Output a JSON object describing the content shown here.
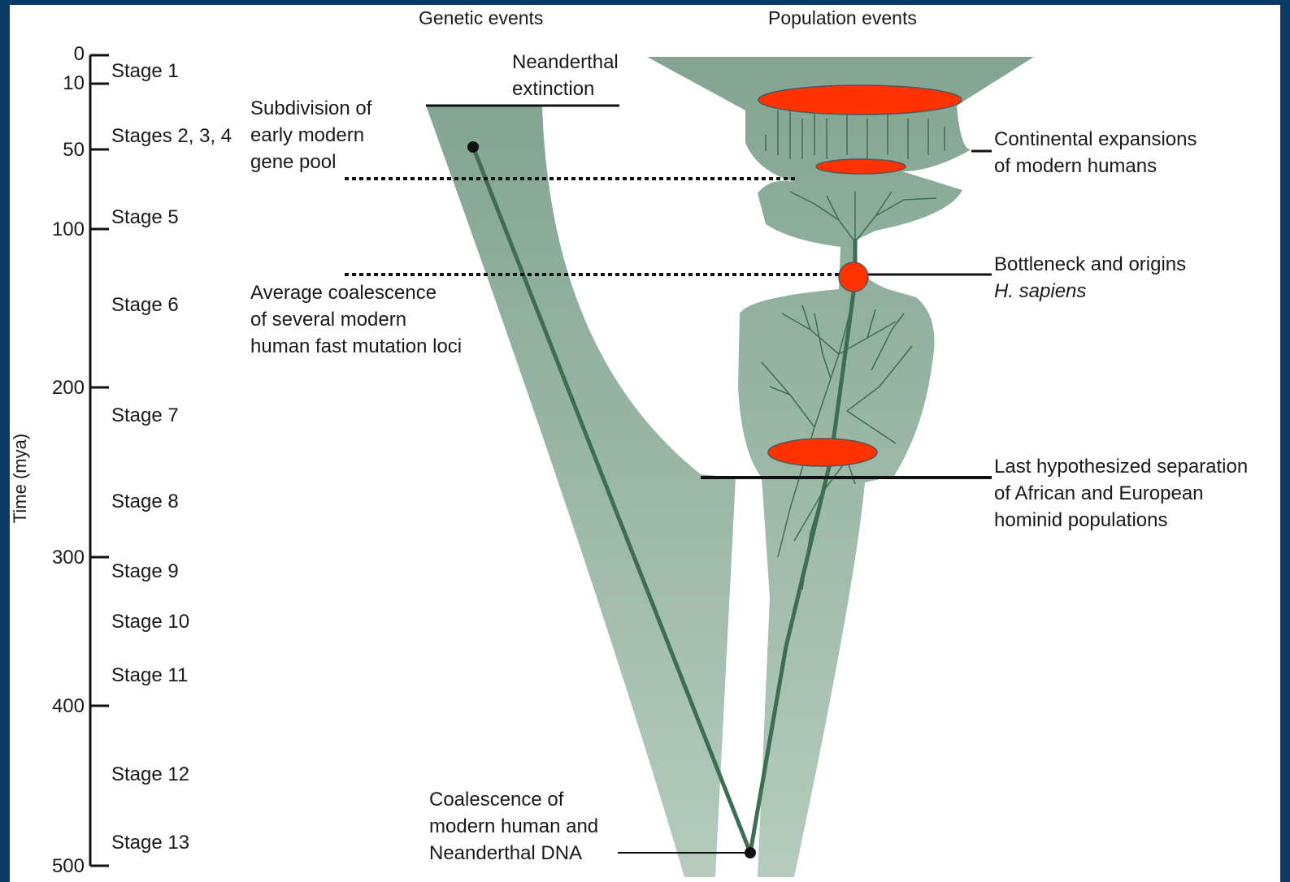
{
  "headers": {
    "genetic": "Genetic events",
    "population": "Population events"
  },
  "axis": {
    "title": "Time (mya)",
    "ticks": [
      "0",
      "10",
      "50",
      "100",
      "200",
      "300",
      "400",
      "500"
    ]
  },
  "stages": [
    "Stage 1",
    "Stages 2, 3, 4",
    "Stage 5",
    "Stage 6",
    "Stage 7",
    "Stage 8",
    "Stage 9",
    "Stage 10",
    "Stage 11",
    "Stage 12",
    "Stage 13"
  ],
  "genetic_labels": {
    "extinction": [
      "Neanderthal",
      "extinction"
    ],
    "subdivision": [
      "Subdivision of",
      "early modern",
      "gene pool"
    ],
    "coalescence_avg": [
      "Average coalescence",
      "of several modern",
      "human fast mutation loci"
    ],
    "coalescence_dna": [
      "Coalescence of",
      "modern human and",
      "Neanderthal DNA"
    ]
  },
  "population_labels": {
    "continental": [
      "Continental expansions",
      "of modern humans"
    ],
    "bottleneck": [
      "Bottleneck and origins",
      "H. sapiens"
    ],
    "separation": [
      "Last hypothesized separation",
      "of African and European",
      "hominid populations"
    ]
  },
  "colors": {
    "background": "#0b3a64",
    "shape_fill": "#8aab99",
    "branch": "#3e6e52",
    "highlight": "#ff3300"
  }
}
